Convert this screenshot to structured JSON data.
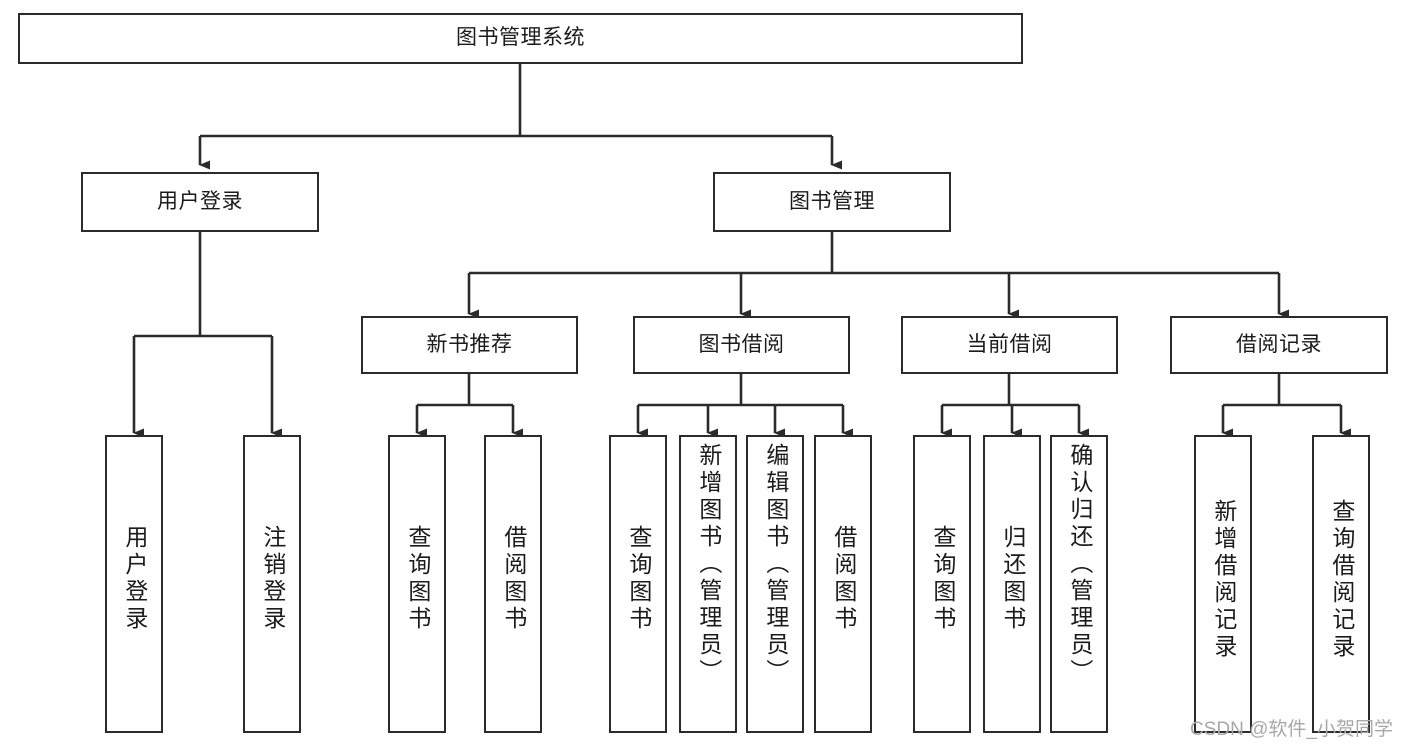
{
  "diagram": {
    "title": "图书管理系统",
    "type": "tree",
    "watermark": "CSDN @软件_小贺同学",
    "colors": {
      "box_border": "#2b2b2b",
      "box_fill": "#ffffff",
      "edge": "#2b2b2b",
      "text": "#1b1b1b",
      "watermark": "#a8a8a8",
      "background": "#ffffff"
    },
    "nodes": {
      "root": {
        "label": "图书管理系统"
      },
      "level2": [
        {
          "id": "user-login",
          "label": "用户登录"
        },
        {
          "id": "book-manage",
          "label": "图书管理"
        }
      ],
      "level3": [
        {
          "id": "new-book-recommend",
          "label": "新书推荐"
        },
        {
          "id": "book-borrow",
          "label": "图书借阅"
        },
        {
          "id": "current-borrow",
          "label": "当前借阅"
        },
        {
          "id": "borrow-record",
          "label": "借阅记录"
        }
      ],
      "leaves": {
        "user-login": [
          {
            "id": "leaf-user-login",
            "label": "用户登录"
          },
          {
            "id": "leaf-user-logout",
            "label": "注销登录"
          }
        ],
        "new-book-recommend": [
          {
            "id": "leaf-query-book-1",
            "label": "查询图书"
          },
          {
            "id": "leaf-borrow-book-1",
            "label": "借阅图书"
          }
        ],
        "book-borrow": [
          {
            "id": "leaf-query-book-2",
            "label": "查询图书"
          },
          {
            "id": "leaf-add-book",
            "label": "新增图书（管理员）"
          },
          {
            "id": "leaf-edit-book",
            "label": "编辑图书（管理员）"
          },
          {
            "id": "leaf-borrow-book-2",
            "label": "借阅图书"
          }
        ],
        "current-borrow": [
          {
            "id": "leaf-query-book-3",
            "label": "查询图书"
          },
          {
            "id": "leaf-return-book",
            "label": "归还图书"
          },
          {
            "id": "leaf-confirm-return",
            "label": "确认归还（管理员）"
          }
        ],
        "borrow-record": [
          {
            "id": "leaf-add-record",
            "label": "新增借阅记录"
          },
          {
            "id": "leaf-query-record",
            "label": "查询借阅记录"
          }
        ]
      }
    }
  }
}
